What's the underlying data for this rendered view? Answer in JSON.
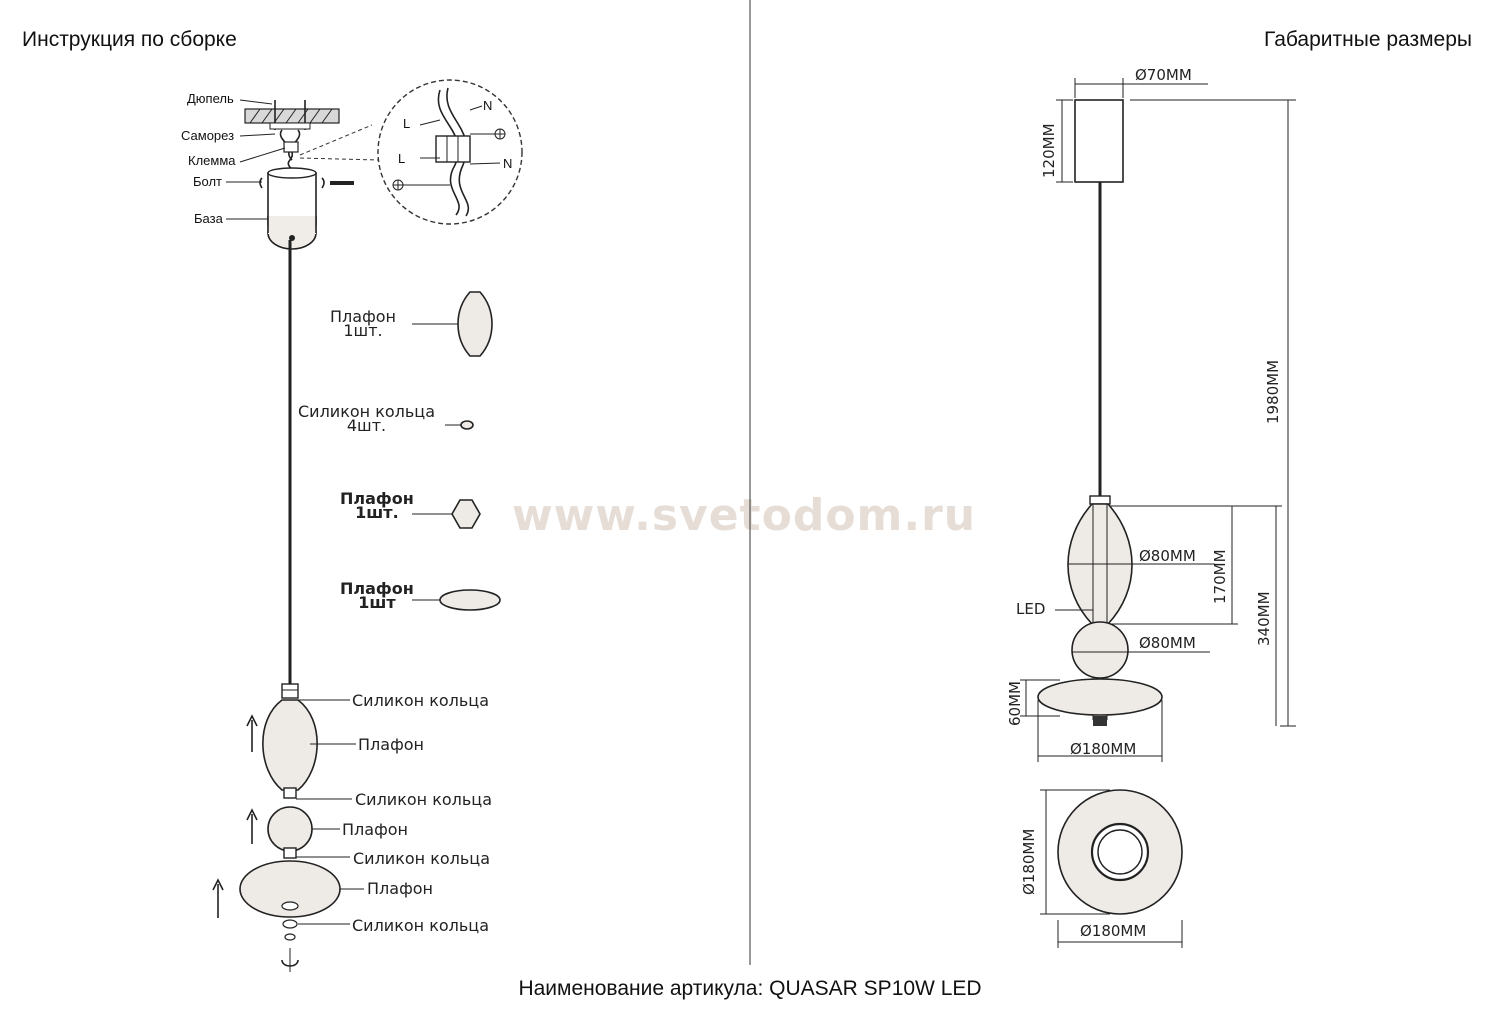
{
  "headings": {
    "left": "Инструкция по сборке",
    "right": "Габаритные размеры"
  },
  "watermark": "www.svetodom.ru",
  "footer": "Наименование артикула: QUASAR SP10W LED",
  "assembly": {
    "mount_labels": [
      "Дюпель",
      "Саморез",
      "Клемма",
      "Болт",
      "База"
    ],
    "wiring": {
      "l": "L",
      "n": "N"
    },
    "parts": [
      {
        "line1": "Плафон",
        "line2": "1шт."
      },
      {
        "line1": "Силикон кольца",
        "line2": "4шт."
      },
      {
        "line1": "Плафон",
        "line2": "1шт."
      },
      {
        "line1": "Плафон",
        "line2": "1шт"
      }
    ],
    "stack_labels": [
      "Силикон кольца",
      "Плафон",
      "Силикон кольца",
      "Плафон",
      "Силикон кольца",
      "Плафон",
      "Силикон кольца"
    ]
  },
  "dimensions": {
    "canopy_diameter": "Ø70MM",
    "canopy_height": "120MM",
    "total_height": "1980MM",
    "upper_diameter": "Ø80MM",
    "upper_height": "170MM",
    "led": "LED",
    "ball_diameter": "Ø80MM",
    "shade_height": "340MM",
    "disc_height": "60MM",
    "disc_diameter": "Ø180MM",
    "top_view_diameter_side": "Ø180MM",
    "top_view_diameter_bottom": "Ø180MM"
  }
}
